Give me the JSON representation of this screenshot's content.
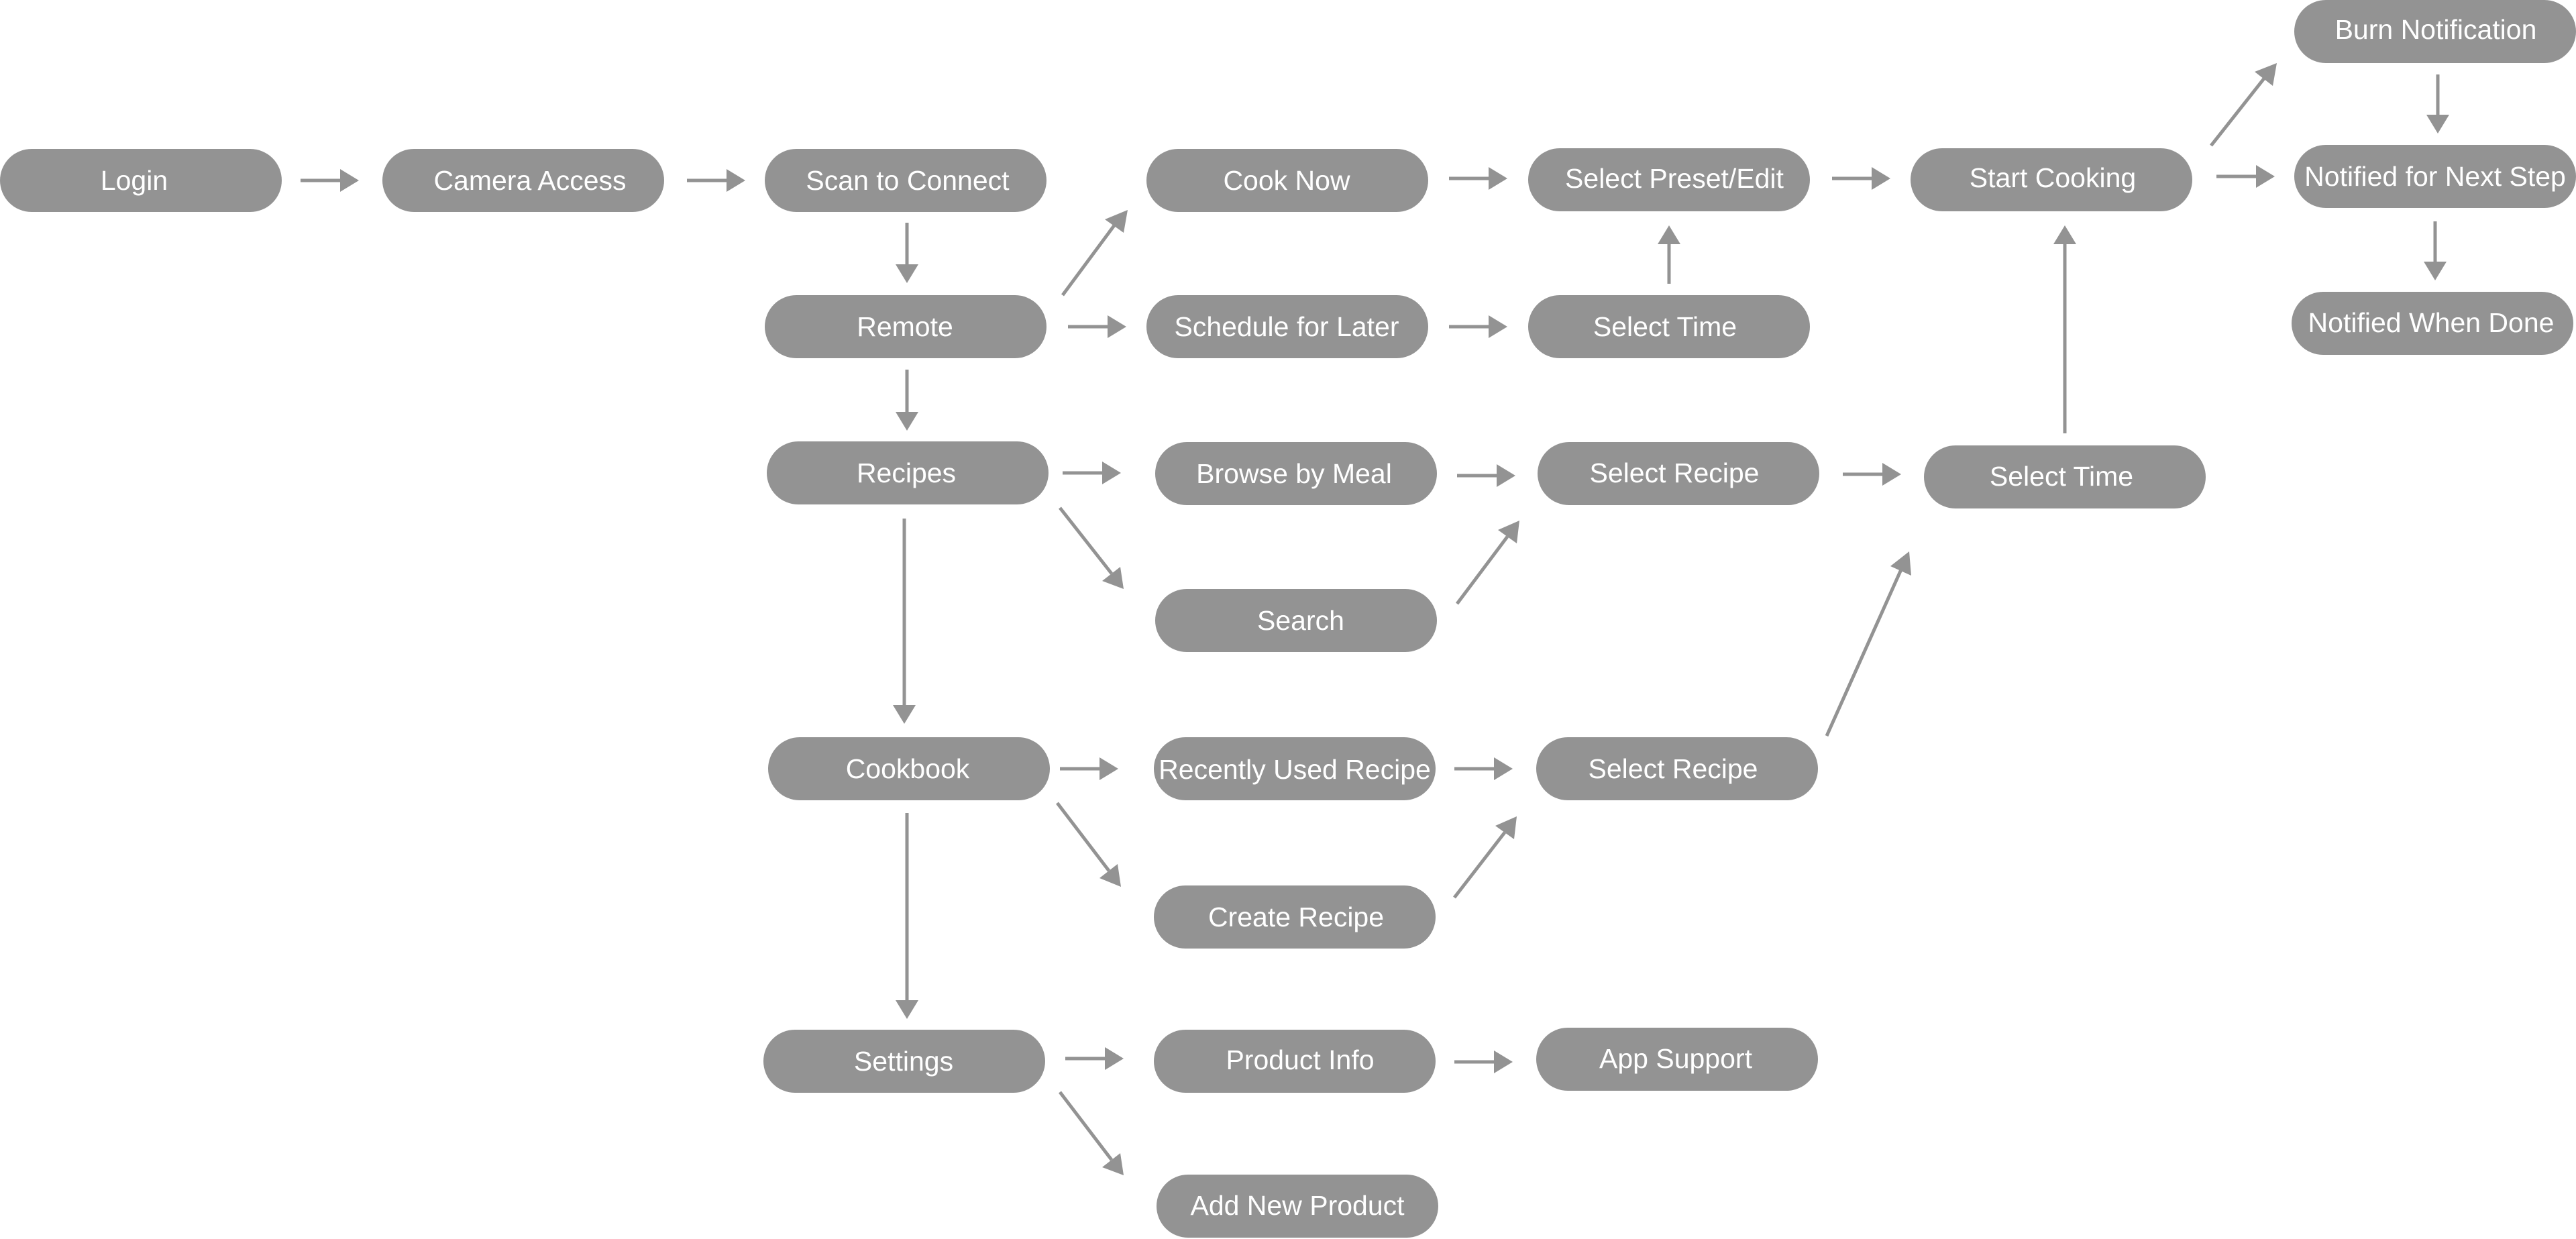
{
  "diagram": {
    "colors": {
      "node_fill": "#939393",
      "node_text": "#ffffff",
      "arrow": "#939393",
      "background": "#ffffff"
    },
    "nodes": {
      "login": "Login",
      "camera_access": "Camera Access",
      "scan_to_connect": "Scan to Connect",
      "remote": "Remote",
      "recipes": "Recipes",
      "cookbook": "Cookbook",
      "settings": "Settings",
      "cook_now": "Cook Now",
      "schedule_for_later": "Schedule for Later",
      "browse_by_meal": "Browse by Meal",
      "search": "Search",
      "recently_used_recipe": "Recently Used Recipe",
      "create_recipe": "Create Recipe",
      "product_info": "Product Info",
      "add_new_product": "Add New Product",
      "select_preset_edit": "Select Preset/Edit",
      "select_time_schedule": "Select Time",
      "select_recipe_browse": "Select Recipe",
      "select_recipe_cookbook": "Select Recipe",
      "app_support": "App Support",
      "start_cooking": "Start Cooking",
      "select_time_recipe": "Select Time",
      "burn_notification": "Burn Notification",
      "notified_next_step": "Notified for Next Step",
      "notified_when_done": "Notified When Done"
    },
    "edges": [
      [
        "login",
        "camera_access"
      ],
      [
        "camera_access",
        "scan_to_connect"
      ],
      [
        "scan_to_connect",
        "remote"
      ],
      [
        "remote",
        "recipes"
      ],
      [
        "recipes",
        "cookbook"
      ],
      [
        "cookbook",
        "settings"
      ],
      [
        "remote",
        "cook_now"
      ],
      [
        "remote",
        "schedule_for_later"
      ],
      [
        "cook_now",
        "select_preset_edit"
      ],
      [
        "schedule_for_later",
        "select_time_schedule"
      ],
      [
        "select_time_schedule",
        "select_preset_edit"
      ],
      [
        "select_preset_edit",
        "start_cooking"
      ],
      [
        "start_cooking",
        "burn_notification"
      ],
      [
        "start_cooking",
        "notified_next_step"
      ],
      [
        "burn_notification",
        "notified_next_step"
      ],
      [
        "notified_next_step",
        "notified_when_done"
      ],
      [
        "recipes",
        "browse_by_meal"
      ],
      [
        "recipes",
        "search"
      ],
      [
        "browse_by_meal",
        "select_recipe_browse"
      ],
      [
        "search",
        "select_recipe_browse"
      ],
      [
        "select_recipe_browse",
        "select_time_recipe"
      ],
      [
        "select_time_recipe",
        "start_cooking"
      ],
      [
        "cookbook",
        "recently_used_recipe"
      ],
      [
        "cookbook",
        "create_recipe"
      ],
      [
        "recently_used_recipe",
        "select_recipe_cookbook"
      ],
      [
        "create_recipe",
        "select_recipe_cookbook"
      ],
      [
        "select_recipe_cookbook",
        "select_time_recipe"
      ],
      [
        "settings",
        "product_info"
      ],
      [
        "settings",
        "add_new_product"
      ],
      [
        "product_info",
        "app_support"
      ]
    ]
  }
}
